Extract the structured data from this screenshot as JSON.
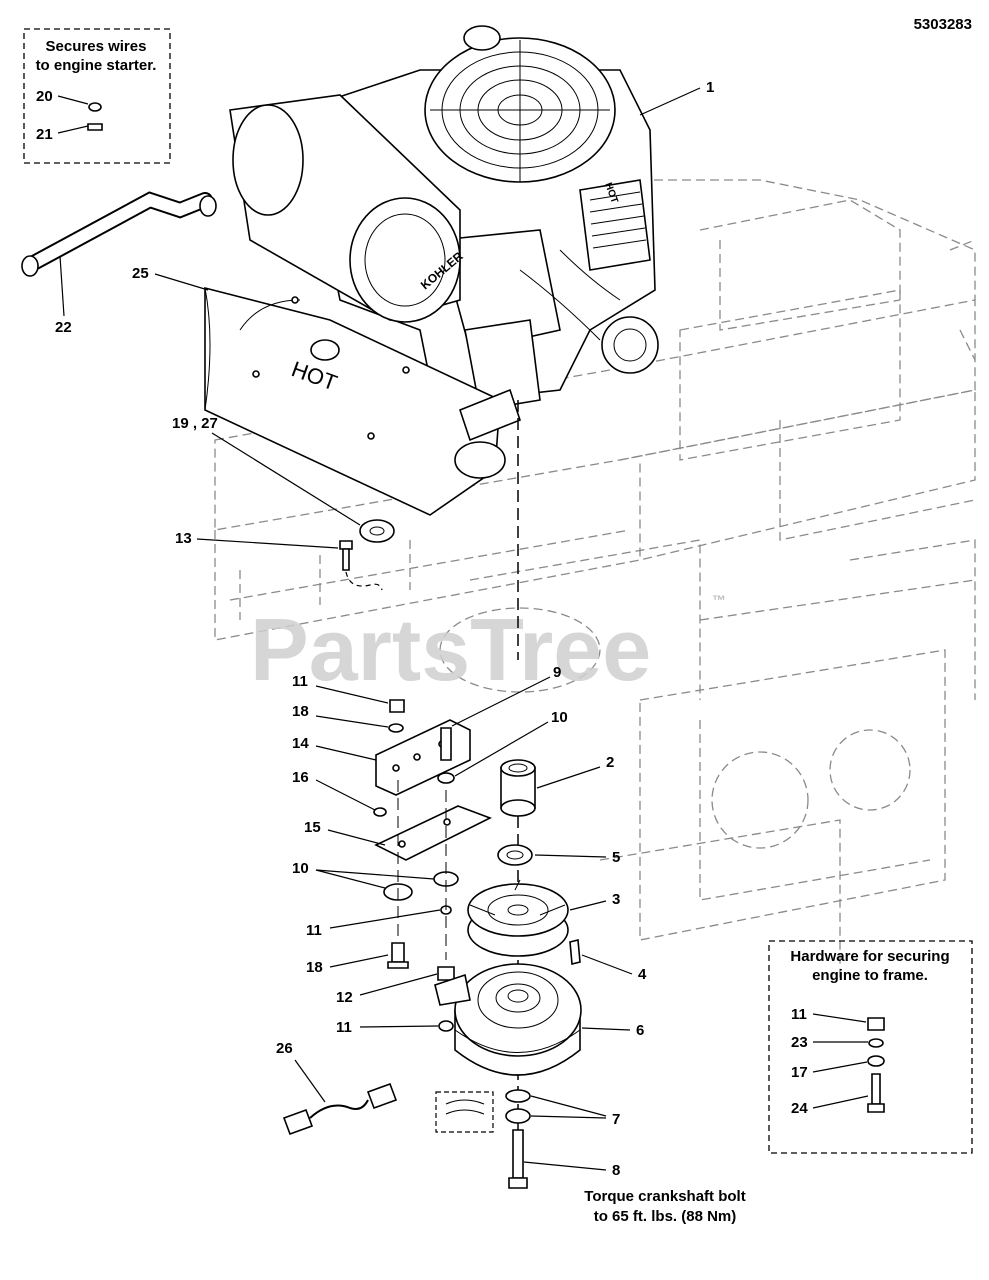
{
  "diagram_id": "5303283",
  "watermark": "PartsTree",
  "trademark": "™",
  "boxes": {
    "starter_note": [
      "Secures wires",
      "to engine starter."
    ],
    "hardware_note": [
      "Hardware for securing",
      "engine to frame."
    ]
  },
  "torque_note": [
    "Torque crankshaft bolt",
    "to 65 ft. lbs. (88 Nm)"
  ],
  "engine_brand": "KOHLER",
  "hot_label": "HOT",
  "callouts": {
    "c1": "1",
    "c2": "2",
    "c3": "3",
    "c4": "4",
    "c5": "5",
    "c6": "6",
    "c7": "7",
    "c8": "8",
    "c9": "9",
    "c10a": "10",
    "c10b": "10",
    "c11a": "11",
    "c11b": "11",
    "c11c": "11",
    "c11d": "11",
    "c12": "12",
    "c13": "13",
    "c14": "14",
    "c15": "15",
    "c16": "16",
    "c17": "17",
    "c18a": "18",
    "c18b": "18",
    "c19": "19 , 27",
    "c20": "20",
    "c21": "21",
    "c22": "22",
    "c23": "23",
    "c24": "24",
    "c25": "25",
    "c26": "26"
  }
}
